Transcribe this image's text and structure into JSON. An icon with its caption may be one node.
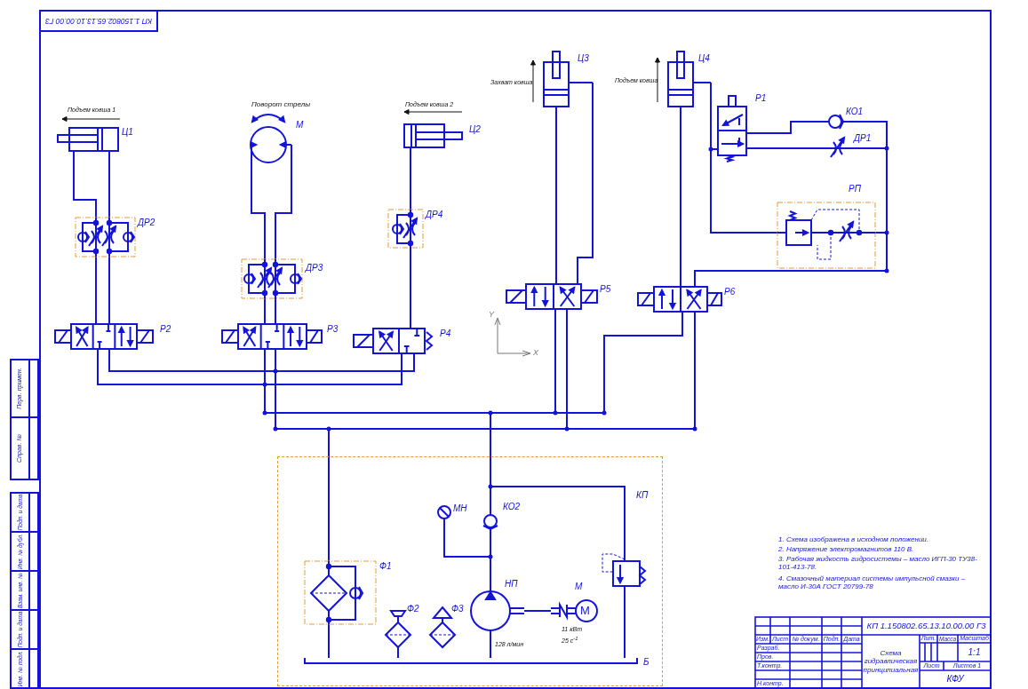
{
  "diagram": {
    "nodes": [
      {
        "text": [
          "Ц1"
        ],
        "beside": [
          "Подъем ковша 1"
        ]
      },
      {
        "text": [
          "М"
        ],
        "beside": [
          "Поворот стрелы"
        ]
      },
      {
        "text": [
          "Ц2"
        ],
        "beside": [
          "Подъем ковша 2"
        ]
      },
      {
        "text": [
          "Ц3"
        ],
        "beside": [
          "Захват ковша"
        ]
      },
      {
        "text": [
          "Ц4"
        ],
        "beside": [
          "Подъем ковша"
        ]
      },
      {
        "text": [
          "Р1"
        ]
      },
      {
        "text": [
          "КО1"
        ]
      },
      {
        "text": [
          "ДР1"
        ]
      },
      {
        "text": [
          "РП"
        ]
      },
      {
        "text": [
          "ДР2"
        ]
      },
      {
        "text": [
          "ДР3"
        ]
      },
      {
        "text": [
          "ДР4"
        ]
      },
      {
        "text": [
          "Р2"
        ]
      },
      {
        "text": [
          "Р3"
        ]
      },
      {
        "text": [
          "Р4"
        ]
      },
      {
        "text": [
          "Р5"
        ]
      },
      {
        "text": [
          "Р6"
        ]
      },
      {
        "text": [],
        "shape": "box"
      },
      {
        "text": [
          "Ф1"
        ],
        "in": 17
      },
      {
        "text": [
          "МН"
        ],
        "in": 17
      },
      {
        "text": [
          "КО2"
        ],
        "in": 17
      },
      {
        "text": [
          "КП"
        ],
        "in": 17
      },
      {
        "text": [
          "НП"
        ],
        "in": 17,
        "beside": [
          "128 л/мин"
        ]
      },
      {
        "text": [
          "М",
          "М"
        ],
        "in": 17,
        "beside": [
          "11 кВт",
          "25 с$^{-1}$"
        ]
      },
      {
        "text": [
          "Ф2"
        ],
        "in": 17
      },
      {
        "text": [
          "Ф3"
        ],
        "in": 17
      },
      {
        "text": [
          "Б"
        ],
        "in": 17
      }
    ],
    "edges": [
      {
        "from": 0,
        "to": 9,
        "arrow": "none"
      },
      {
        "from": 0,
        "to": 9,
        "arrow": "none"
      },
      {
        "from": 9,
        "to": 12,
        "arrow": "none"
      },
      {
        "from": 9,
        "to": 12,
        "arrow": "none"
      },
      {
        "from": 1,
        "to": 10,
        "arrow": "none"
      },
      {
        "from": 1,
        "to": 10,
        "arrow": "none"
      },
      {
        "from": 10,
        "to": 13,
        "arrow": "none"
      },
      {
        "from": 10,
        "to": 13,
        "arrow": "none"
      },
      {
        "from": 2,
        "to": 11,
        "arrow": "none"
      },
      {
        "from": 11,
        "to": 14,
        "arrow": "none"
      },
      {
        "from": 3,
        "to": 15,
        "arrow": "none"
      },
      {
        "from": 3,
        "to": 15,
        "arrow": "none"
      },
      {
        "from": 4,
        "to": 16,
        "arrow": "none"
      },
      {
        "from": 4,
        "to": 5,
        "arrow": "none"
      },
      {
        "from": 4,
        "to": 8,
        "arrow": "none"
      },
      {
        "from": 5,
        "to": 6,
        "arrow": "none"
      },
      {
        "from": 5,
        "to": 7,
        "arrow": "none"
      },
      {
        "from": 6,
        "to": 16,
        "arrow": "none"
      },
      {
        "from": 7,
        "to": 16,
        "arrow": "none"
      },
      {
        "from": 8,
        "to": 16,
        "arrow": "none"
      },
      {
        "from": 12,
        "to": 20,
        "arrow": "none"
      },
      {
        "from": 13,
        "to": 20,
        "arrow": "none"
      },
      {
        "from": 14,
        "to": 20,
        "arrow": "none"
      },
      {
        "from": 15,
        "to": 20,
        "arrow": "none"
      },
      {
        "from": 16,
        "to": 20,
        "arrow": "none"
      },
      {
        "from": 12,
        "to": 18,
        "arrow": "none"
      },
      {
        "from": 13,
        "to": 18,
        "arrow": "none"
      },
      {
        "from": 14,
        "to": 18,
        "arrow": "none"
      },
      {
        "from": 15,
        "to": 18,
        "arrow": "none"
      },
      {
        "from": 16,
        "to": 18,
        "arrow": "none"
      },
      {
        "from": 20,
        "to": 22,
        "arrow": "none"
      },
      {
        "from": 19,
        "to": 22,
        "arrow": "none"
      },
      {
        "from": 20,
        "to": 21,
        "arrow": "none"
      },
      {
        "from": 21,
        "to": 26,
        "arrow": "none"
      },
      {
        "from": 22,
        "to": 26,
        "arrow": "none"
      },
      {
        "from": 18,
        "to": 26,
        "arrow": "none"
      },
      {
        "from": 24,
        "to": 26,
        "arrow": "none"
      },
      {
        "from": 22,
        "to": 23,
        "arrow": "none"
      }
    ],
    "labels": [
      "КП 1.150802.65.13.10.00.00 Г3",
      "Y",
      "X",
      "1. Схема изображена в исходном положении.",
      "2. Напряжение электромагнитов 110 В.",
      "3. Рабочая жидкость гидросистемы – масло ИГП-30 ТУ38-101-413-78.",
      "4. Смазочный материал системы импульсной смазки – масло И-30А ГОСТ 20799-78",
      "Перв. примен.",
      "Справ. №",
      "Подп. и дата",
      "Инв. № дубл.",
      "Взам. инв. №",
      "Подп. и дата",
      "Инв. № подл.",
      "КП 1.150802.65.13.10.00.00 Г3",
      "Изм.",
      "Лист",
      "№ докум.",
      "Подп.",
      "Дата",
      "Разраб.",
      "Пров.",
      "Т.контр.",
      "Н.контр.",
      "Схема гидравлическая принципиальная",
      "Лит.",
      "Масса",
      "Масштаб",
      "1:1",
      "Лист",
      "Листов 1",
      "КФУ"
    ]
  }
}
